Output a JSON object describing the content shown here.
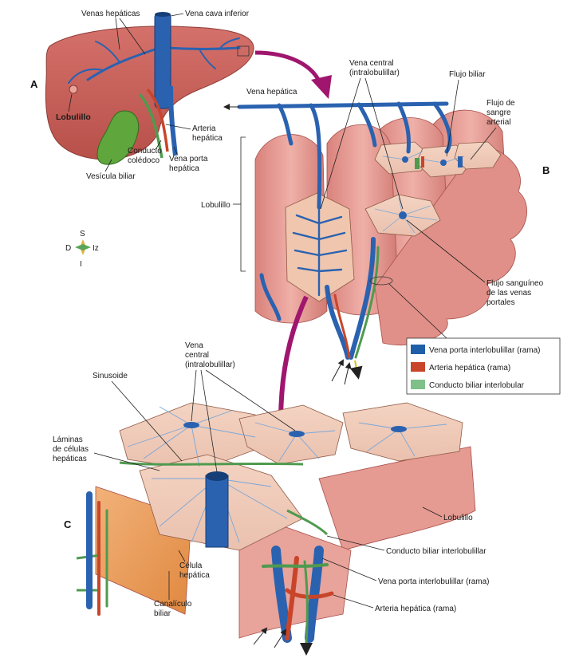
{
  "panels": {
    "a": "A",
    "b": "B",
    "c": "C"
  },
  "labels": {
    "venas_hepaticas": "Venas hepáticas",
    "vena_cava_inferior": "Vena cava inferior",
    "lobulillo_a": "Lobulillo",
    "arteria_hepatica_l1": "Arteria",
    "arteria_hepatica_l2": "hepática",
    "conducto_coledoco_l1": "Conducto",
    "conducto_coledoco_l2": "colédoco",
    "vena_porta_l1": "Vena porta",
    "vena_porta_l2": "hepática",
    "vesicula_biliar": "Vesícula biliar",
    "vena_central_b_l1": "Vena central",
    "vena_central_b_l2": "(intralobulillar)",
    "vena_hepatica": "Vena hepática",
    "flujo_biliar": "Flujo biliar",
    "flujo_sangre_l1": "Flujo de",
    "flujo_sangre_l2": "sangre",
    "flujo_sangre_l3": "arterial",
    "lobulillo_b": "Lobulillo",
    "flujo_portal_l1": "Flujo sanguíneo",
    "flujo_portal_l2": "de las venas",
    "flujo_portal_l3": "portales",
    "vena_central_c_l1": "Vena",
    "vena_central_c_l2": "central",
    "vena_central_c_l3": "(intralobulillar)",
    "sinusoide": "Sinusoide",
    "laminas_l1": "Láminas",
    "laminas_l2": "de células",
    "laminas_l3": "hepáticas",
    "lobulillo_c": "Lobulillo",
    "conducto_biliar_interlob": "Conducto biliar interlobulillar",
    "vena_porta_interlob": "Vena porta interlobulillar (rama)",
    "arteria_hepatica_rama": "Arteria hepática (rama)",
    "celula_l1": "Célula",
    "celula_l2": "hepática",
    "canaliculo_l1": "Canalículo",
    "canaliculo_l2": "biliar"
  },
  "compass": {
    "s": "S",
    "i": "I",
    "d": "D",
    "iz": "Iz"
  },
  "legend": {
    "items": [
      {
        "label": "Vena porta interlobulillar (rama)",
        "color": "#1f5fa8"
      },
      {
        "label": "Arteria hepática (rama)",
        "color": "#c8452a"
      },
      {
        "label": "Conducto biliar interlobular",
        "color": "#7fbf8a"
      }
    ]
  },
  "colors": {
    "liver": "#c9605a",
    "lobule": "#e2908a",
    "vein": "#2a62b0",
    "artery": "#c8452a",
    "bile": "#5aa55a",
    "arrow": "#a0166e"
  }
}
